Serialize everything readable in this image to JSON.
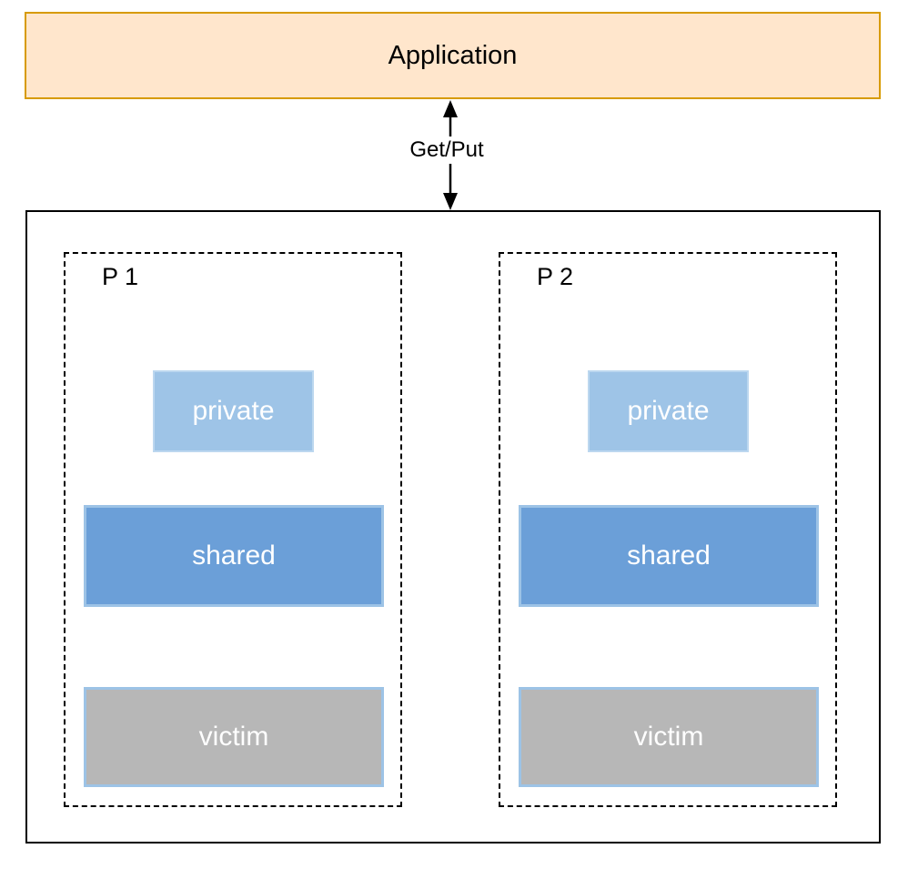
{
  "application": {
    "label": "Application"
  },
  "connector": {
    "label": "Get/Put"
  },
  "partitions": [
    {
      "label": "P 1",
      "blocks": {
        "private": "private",
        "shared": "shared",
        "victim": "victim"
      }
    },
    {
      "label": "P 2",
      "blocks": {
        "private": "private",
        "shared": "shared",
        "victim": "victim"
      }
    }
  ],
  "colors": {
    "app-fill": "#FFE6CC",
    "app-border": "#D79B00",
    "private-fill": "#9EC4E7",
    "private-border": "#BCD7EF",
    "shared-fill": "#6B9FD8",
    "shared-border": "#9DC3E6",
    "victim-fill": "#B7B7B7",
    "victim-border": "#9DC3E6",
    "box-border": "#000000",
    "arrow-color": "#000000"
  }
}
